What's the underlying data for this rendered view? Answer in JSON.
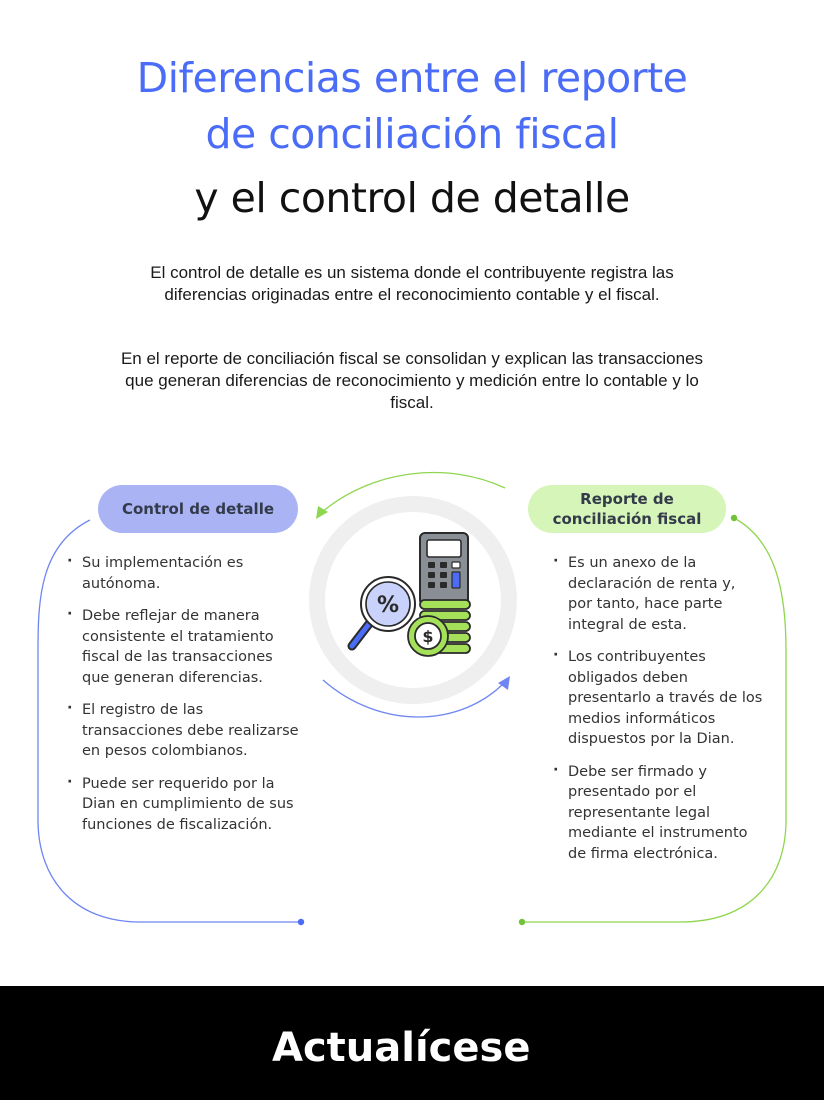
{
  "title": {
    "line1": "Diferencias entre el reporte",
    "line2": "de conciliación fiscal",
    "line3": "y el control de detalle",
    "accent_color": "#4a6cf7"
  },
  "intro": {
    "paragraph1": "El control de detalle es un sistema donde el contribuyente registra las diferencias originadas entre el reconocimiento contable y el fiscal.",
    "paragraph2": "En el reporte de conciliación fiscal se consolidan y explican las transacciones que generan diferencias de reconocimiento y medición entre lo contable y lo fiscal."
  },
  "left": {
    "label": "Control de detalle",
    "color": "#aab4f5",
    "items": [
      "Su implementación es autónoma.",
      "Debe reflejar de manera consistente el tratamiento fiscal de las transacciones que generan diferencias.",
      "El registro de las transacciones debe realizarse en pesos colombianos.",
      "Puede ser requerido por la Dian en cumplimiento de sus funciones de fiscalización."
    ]
  },
  "right": {
    "label_line1": "Reporte de",
    "label_line2": "conciliación fiscal",
    "color": "#d6f5b8",
    "items": [
      "Es un anexo de la declaración de renta y, por tanto, hace parte integral de esta.",
      "Los contribuyentes obligados deben presentarlo a través de los medios informáticos dispuestos por la Dian.",
      "Debe ser firmado y presentado por el representante legal mediante el instrumento de firma electrónica."
    ]
  },
  "center_icon": {
    "icons": [
      "magnifier-percent-icon",
      "calculator-icon",
      "coin-stack-icon"
    ],
    "magnifier_symbol": "%",
    "coin_symbol": "$"
  },
  "footer": {
    "brand": "Actualícese"
  }
}
